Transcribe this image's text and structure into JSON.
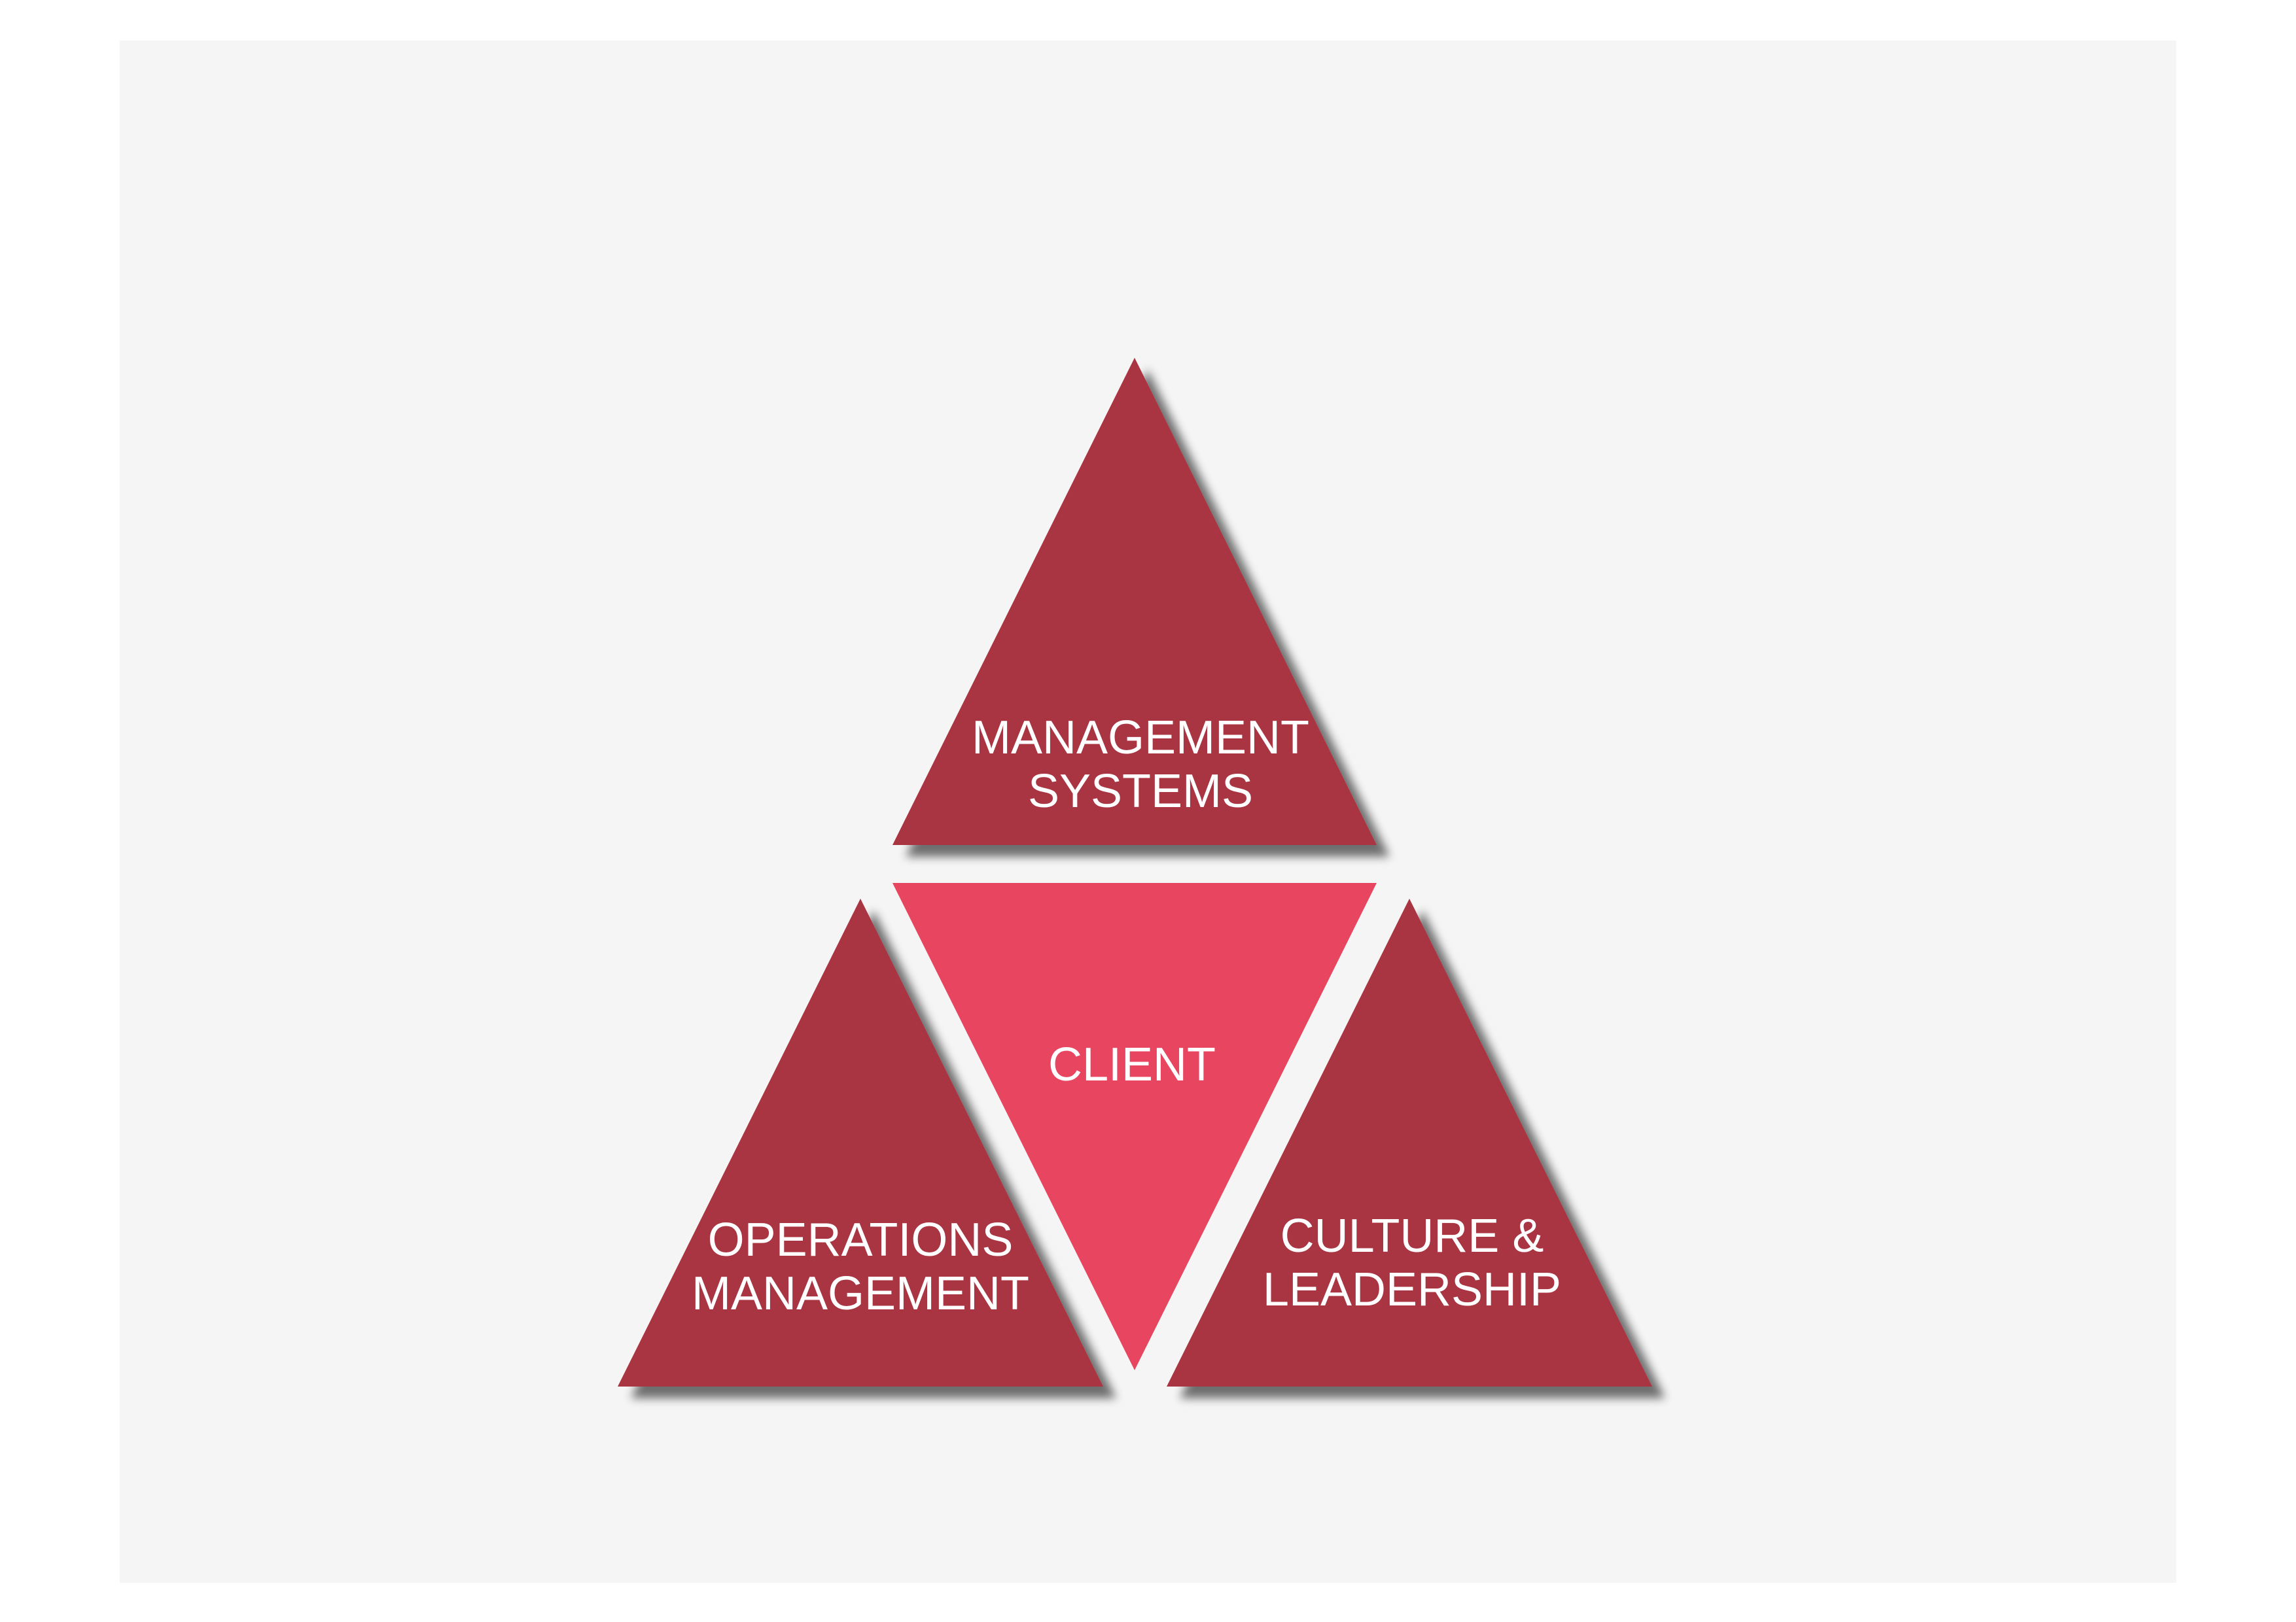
{
  "diagram": {
    "top_triangle": {
      "line1": "MANAGEMENT",
      "line2": "SYSTEMS"
    },
    "center_triangle": {
      "label": "CLIENT"
    },
    "left_triangle": {
      "line1": "OPERATIONS",
      "line2": "MANAGEMENT"
    },
    "right_triangle": {
      "line1": "CULTURE &",
      "line2": "LEADERSHIP"
    }
  },
  "colors": {
    "background": "#f4f5f4",
    "outer_triangles": "#a93442",
    "center_triangle": "#e84561",
    "label_text": "#ffffff"
  }
}
